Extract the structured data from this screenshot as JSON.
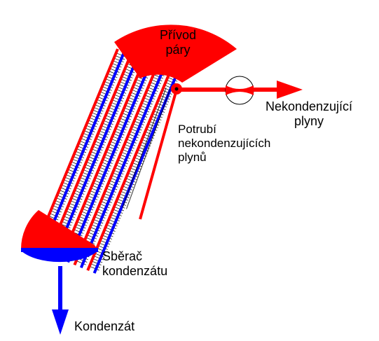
{
  "labels": {
    "steam_inlet_line1": "Přívod",
    "steam_inlet_line2": "páry",
    "noncondensable_line1": "Nekondenzující",
    "noncondensable_line2": "plyny",
    "pipe_line1": "Potrubí",
    "pipe_line2": "nekondenzujících",
    "pipe_line3": "plynů",
    "collector_line1": "Sběrač",
    "collector_line2": "kondenzátu",
    "condensate": "Kondenzát"
  },
  "colors": {
    "steam": "#ff0000",
    "condensate": "#0000ff",
    "fins": "#000000",
    "background": "#ffffff"
  }
}
